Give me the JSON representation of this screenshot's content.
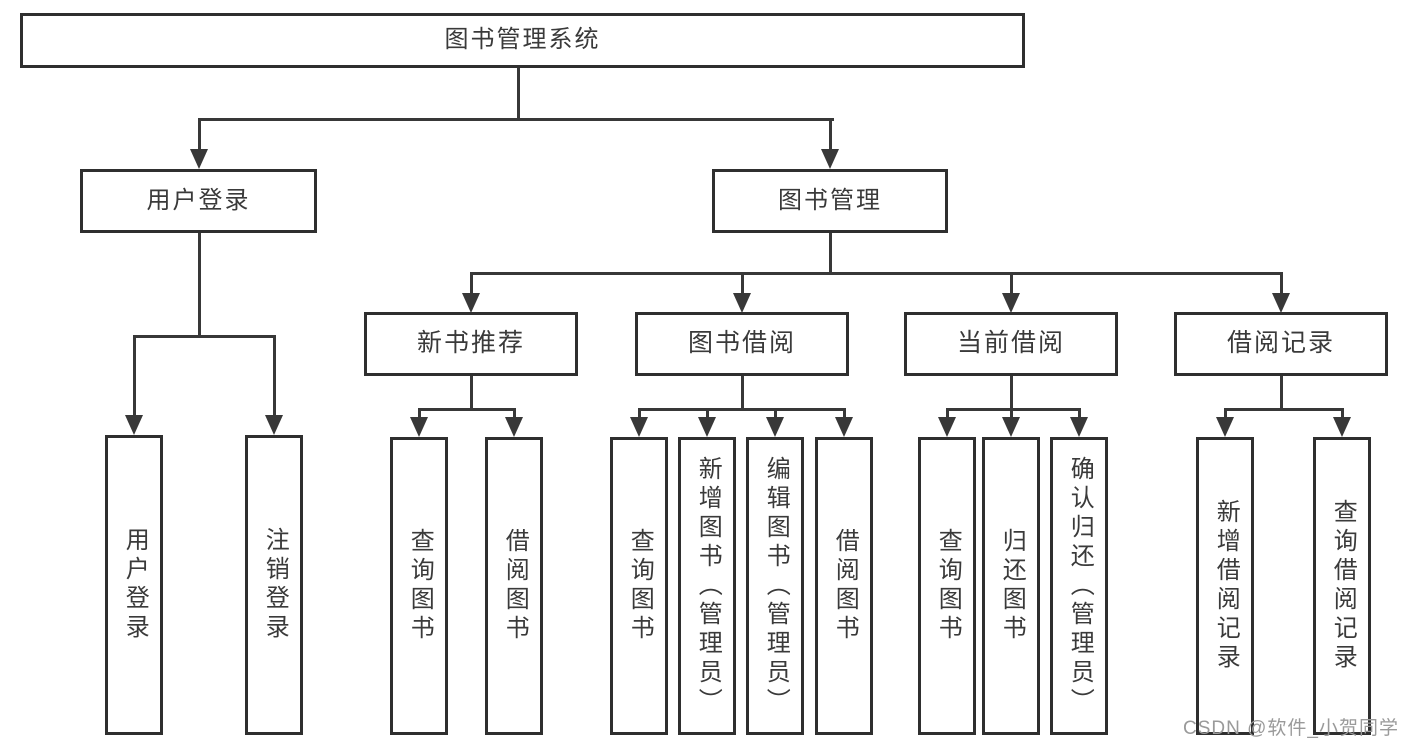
{
  "diagram_title": "图书管理系统",
  "colors": {
    "line": "#383838",
    "border": "#2f2f2f",
    "text": "#3a3a3a",
    "box-bg": "#ffffff",
    "watermark": "#9a9a9a"
  },
  "nodes": {
    "root": "图书管理系统",
    "level2": [
      "用户登录",
      "图书管理"
    ],
    "login_children": [
      "用户登录",
      "注销登录"
    ],
    "mgmt_children": [
      "新书推荐",
      "图书借阅",
      "当前借阅",
      "借阅记录"
    ],
    "newbook_children": [
      "查询图书",
      "借阅图书"
    ],
    "borrow_children": [
      "查询图书",
      "新增图书（管理员）",
      "编辑图书（管理员）",
      "借阅图书"
    ],
    "current_children": [
      "查询图书",
      "归还图书",
      "确认归还（管理员）"
    ],
    "record_children": [
      "新增借阅记录",
      "查询借阅记录"
    ]
  },
  "watermark": "CSDN @软件_小贺同学"
}
